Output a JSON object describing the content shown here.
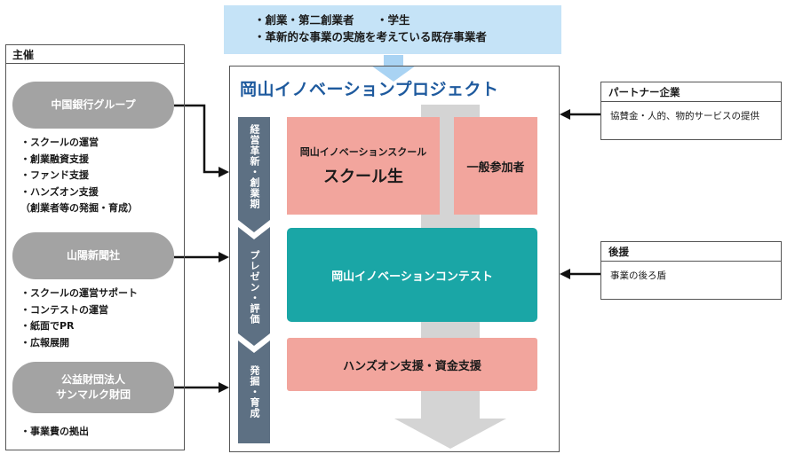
{
  "target": {
    "line1_a": "・創業・第二創業者",
    "line1_b": "・学生",
    "line2": "・革新的な事業の実施を考えている既存事業者"
  },
  "sponsors": {
    "heading": "主催",
    "groups": [
      {
        "name_lines": [
          "中国銀行グループ"
        ],
        "bullets": [
          "・スクールの運営",
          "・創業融資支援",
          "・ファンド支援",
          "・ハンズオン支援",
          "（創業者等の発掘・育成）"
        ]
      },
      {
        "name_lines": [
          "山陽新聞社"
        ],
        "bullets": [
          "・スクールの運営サポート",
          "・コンテストの運営",
          "・紙面でPR",
          "・広報展開"
        ]
      },
      {
        "name_lines": [
          "公益財団法人",
          "サンマルク財団"
        ],
        "bullets": [
          "・事業費の拠出"
        ]
      }
    ]
  },
  "project": {
    "title": "岡山イノベーションプロジェクト",
    "stages": [
      "経営革新・創業期",
      "プレゼン・評価",
      "発掘・育成"
    ],
    "school_small": "岡山イノベーションスクール",
    "school_large": "スクール生",
    "general": "一般参加者",
    "contest": "岡山イノベーションコンテスト",
    "handson": "ハンズオン支援・資金支援"
  },
  "partners": {
    "heading": "パートナー企業",
    "body": "協賛金・人的、物的サービスの提供"
  },
  "support": {
    "heading": "後援",
    "body": "事業の後ろ盾"
  },
  "colors": {
    "title_blue": "#1e5a9e",
    "target_bg": "#c5e3f7",
    "salmon": "#f2a59d",
    "teal": "#1aa6a6",
    "pill_gray": "#a3a3a3",
    "stage_slate": "#5d7083",
    "big_arrow": "#d4d4d4"
  }
}
